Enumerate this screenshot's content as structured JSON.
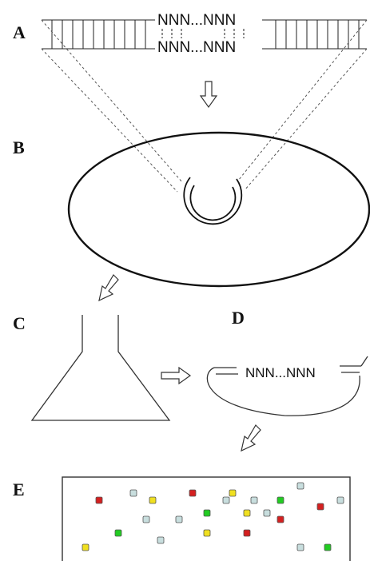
{
  "panels": {
    "a": {
      "label": "A",
      "top_strand": "NNN...NNN",
      "bottom_strand": "NNN...NNN"
    },
    "b": {
      "label": "B"
    },
    "c": {
      "label": "C"
    },
    "d": {
      "label": "D",
      "insert": "NNN...NNN"
    },
    "e": {
      "label": "E",
      "colors": {
        "red": "#d42020",
        "yellow": "#f0e020",
        "green": "#22cc22",
        "grey": "#c8dede"
      },
      "colonies": [
        "red",
        "grey",
        "yellow",
        "red",
        "yellow",
        "grey",
        "grey",
        "green",
        "grey",
        "red",
        "grey",
        "grey",
        "green",
        "grey",
        "yellow",
        "grey",
        "red",
        "green",
        "grey",
        "yellow",
        "yellow",
        "red",
        "grey",
        "green"
      ]
    }
  }
}
